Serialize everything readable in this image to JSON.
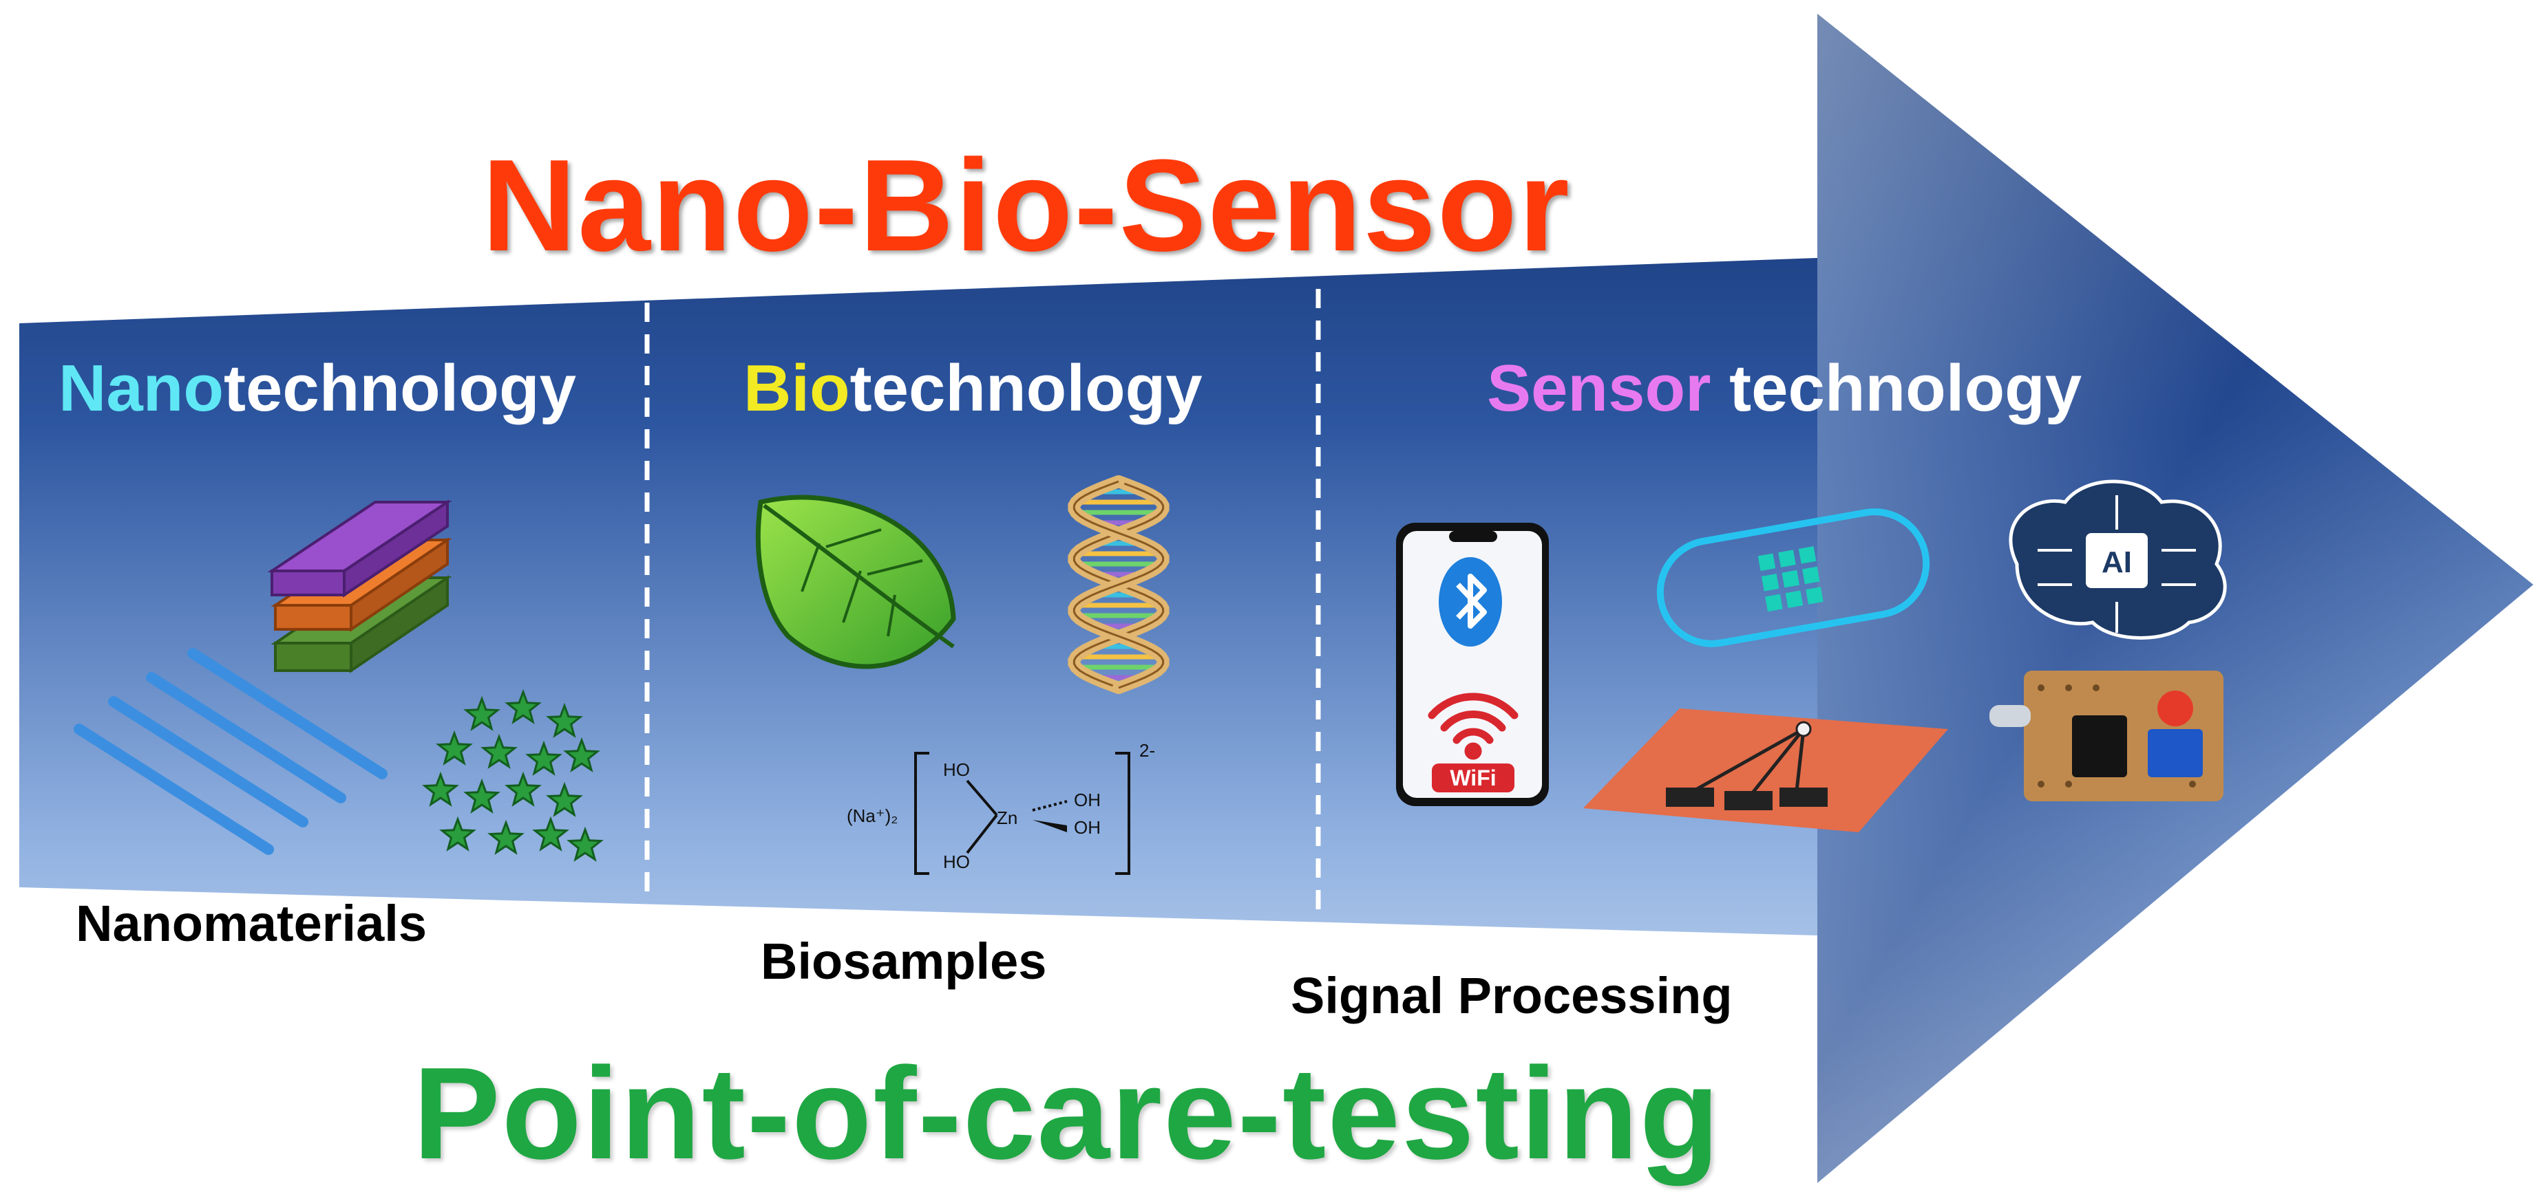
{
  "title": "Nano-Bio-Sensor",
  "subtitle": "Point-of-care-testing",
  "colors": {
    "title": "#ff3a0a",
    "subtitle": "#1fa743",
    "arrow_dark": "#0e2a66",
    "arrow_light": "#c9dcf5",
    "nano_accent": "#5fe7f5",
    "bio_accent": "#f2ea22",
    "sensor_accent": "#e87af0"
  },
  "sections": [
    {
      "id": "nano",
      "header_accent": "Nano",
      "header_rest": "technology",
      "caption": "Nanomaterials",
      "icons": [
        "stacked-layers-icon",
        "nanowires-icon",
        "nanostars-icon"
      ]
    },
    {
      "id": "bio",
      "header_accent": "Bio",
      "header_rest": "technology",
      "caption": "Biosamples",
      "icons": [
        "leaf-icon",
        "dna-helix-icon",
        "zincate-structure-icon"
      ],
      "chem": {
        "cation": "(Na⁺)₂",
        "metal": "Zn",
        "ligand": "HO",
        "ligand_right": "OH",
        "charge": "2-"
      }
    },
    {
      "id": "sensor",
      "header_accent": "Sensor",
      "header_rest": " technology",
      "caption": "Signal Processing",
      "icons": [
        "smartphone-icon",
        "bluetooth-icon",
        "wifi-icon",
        "wearable-patch-icon",
        "electrode-chip-icon",
        "ai-brain-icon",
        "circuit-board-icon"
      ],
      "wifi_label": "WiFi",
      "ai_label": "AI"
    }
  ]
}
